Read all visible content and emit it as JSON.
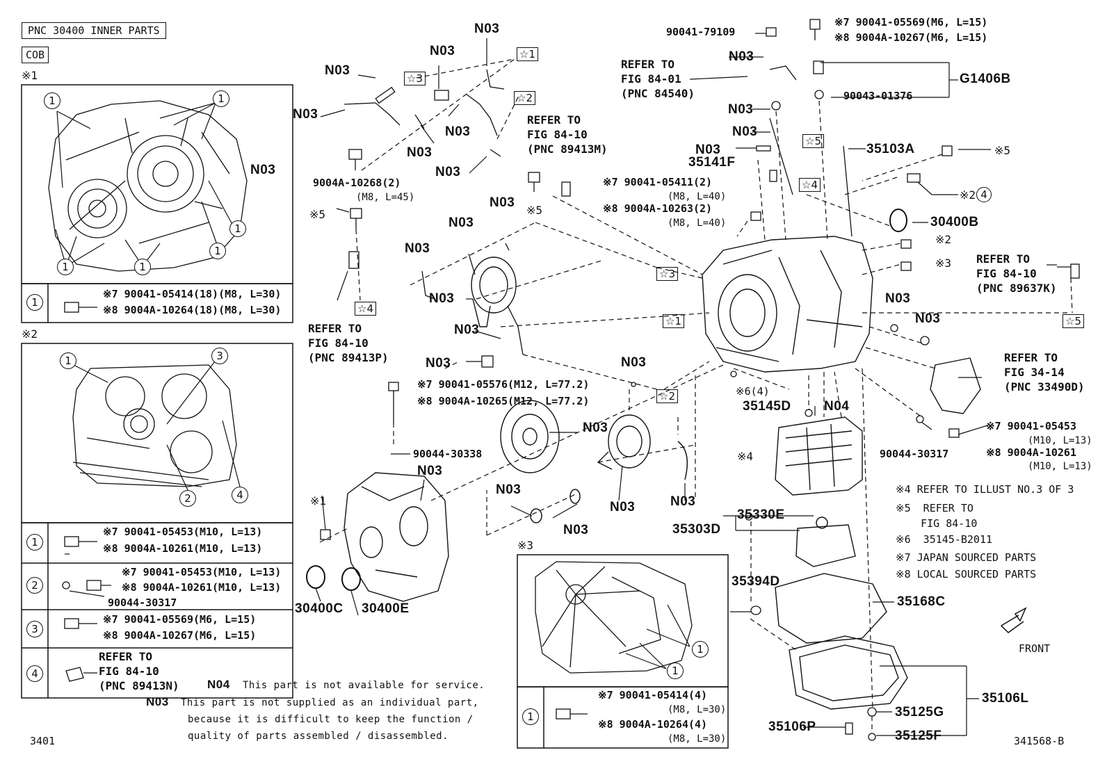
{
  "header": {
    "title": "PNC 30400 INNER PARTS",
    "code": "COB"
  },
  "inset1": {
    "mark": "※1",
    "label": "N03",
    "row_num": "1",
    "spec_a": "※7 90041-05414(18)(M8, L=30)",
    "spec_b": "※8 9004A-10264(18)(M8, L=30)"
  },
  "inset2": {
    "mark": "※2",
    "rows": [
      {
        "num": "1",
        "a": "※7 90041-05453(M10, L=13)",
        "b": "※8 9004A-10261(M10, L=13)"
      },
      {
        "num": "2",
        "a": "※7 90041-05453(M10, L=13)",
        "b": "※8 9004A-10261(M10, L=13)",
        "c": "90044-30317"
      },
      {
        "num": "3",
        "a": "※7 90041-05569(M6, L=15)",
        "b": "※8 9004A-10267(M6, L=15)"
      },
      {
        "num": "4",
        "ref": "REFER TO\nFIG 84-10\n(PNC 89413N)"
      }
    ]
  },
  "inset3": {
    "mark": "※3",
    "row_num": "1",
    "spec_a": "※7 90041-05414(4)",
    "spec_a2": "(M8, L=30)",
    "spec_b": "※8 9004A-10264(4)",
    "spec_b2": "(M8, L=30)"
  },
  "stars": {
    "s1": "☆1",
    "s2": "☆2",
    "s3": "☆3",
    "s4": "☆4",
    "s5": "☆5"
  },
  "labels": {
    "n03": "N03",
    "n04": "N04",
    "p90041_79109": "90041-79109",
    "p90043_01376": "90043-01376",
    "g1406b": "G1406B",
    "p35103a": "35103A",
    "p35141f": "35141F",
    "p30400b": "30400B",
    "p35145d": "35145D",
    "p30400c": "30400C",
    "p30400e": "30400E",
    "p90044_30338": "90044-30338",
    "p90044_30317": "90044-30317",
    "p35330e": "35330E",
    "p35303d": "35303D",
    "p35394d": "35394D",
    "p35168c": "35168C",
    "p35106l": "35106L",
    "p35125g": "35125G",
    "p35125f": "35125F",
    "p35106p": "35106P",
    "x1": "※1",
    "x2": "※2",
    "x3": "※3",
    "x4": "※4",
    "x5": "※5",
    "x6": "※6(4)"
  },
  "specs": {
    "top_right_a": "※7 90041-05569(M6, L=15)",
    "top_right_b": "※8 9004A-10267(M6, L=15)",
    "b9004a_10268": "9004A-10268(2)",
    "b9004a_10268_size": "(M8, L=45)",
    "s05411": "※7 90041-05411(2)",
    "s05411_size": "(M8, L=40)",
    "s10263": "※8 9004A-10263(2)",
    "s10263_size": "(M8, L=40)",
    "s05576": "※7 90041-05576(M12, L=77.2)",
    "s10265": "※8 9004A-10265(M12, L=77.2)",
    "s05453": "※7 90041-05453",
    "s05453_size": "(M10, L=13)",
    "s10261": "※8 9004A-10261",
    "s10261_size": "(M10, L=13)"
  },
  "refs": {
    "fig84_01": "REFER TO\nFIG 84-01\n(PNC 84540)",
    "fig84_10_m": "REFER TO\nFIG 84-10\n(PNC 89413M)",
    "fig84_10_p": "REFER TO\nFIG 84-10\n(PNC 89413P)",
    "fig84_10_k": "REFER TO\nFIG 84-10\n(PNC 89637K)",
    "fig34_14": "REFER TO\nFIG 34-14\n(PNC 33490D)"
  },
  "legend": {
    "l4": "※4 REFER TO ILLUST NO.3 OF 3",
    "l5": "※5  REFER TO\n    FIG 84-10",
    "l6": "※6  35145-B2011",
    "l7": "※7 JAPAN SOURCED PARTS",
    "l8": "※8 LOCAL SOURCED PARTS",
    "front": "FRONT"
  },
  "notes": {
    "n04_label": "N04",
    "n04_text": "This part is not available for service.",
    "n03_label": "N03",
    "n03_line1": "This part is not supplied as an individual part,",
    "n03_line2": "because it is difficult to keep the function /",
    "n03_line3": "quality of parts assembled / disassembled."
  },
  "footer": {
    "left": "3401",
    "right": "341568-B"
  }
}
